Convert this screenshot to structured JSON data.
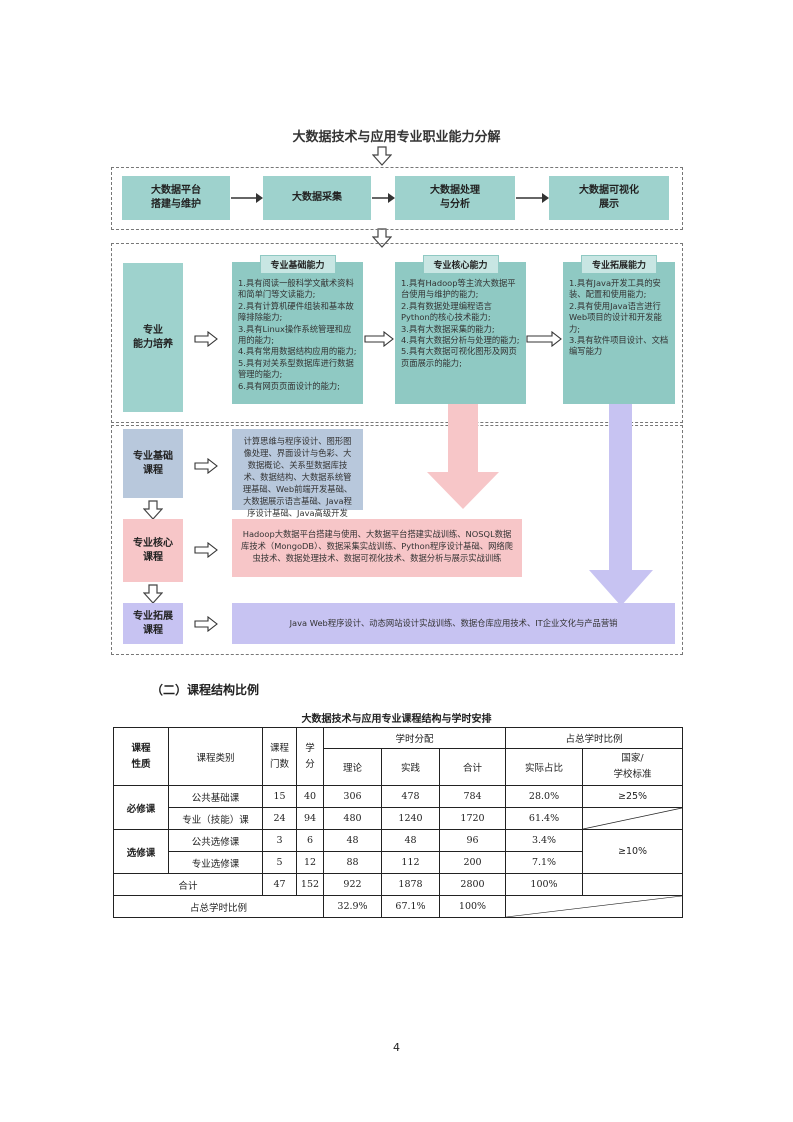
{
  "diagram": {
    "title": "大数据技术与应用专业职业能力分解",
    "stages": [
      "大数据平台\n搭建与维护",
      "大数据采集",
      "大数据处理\n与分析",
      "大数据可视化\n展示"
    ],
    "ability_label": "专业\n能力培养",
    "panels": [
      {
        "title": "专业基础能力",
        "text": "1.具有阅读一般科学文献术资料和简单门等文读能力;\n2.具有计算机硬件组装和基本故障排除能力;\n3.具有Linux操作系统管理和应用的能力;\n4.具有常用数据结构应用的能力;\n5.具有对关系型数据库进行数据管理的能力;\n6.具有网页页面设计的能力;"
      },
      {
        "title": "专业核心能力",
        "text": "1.具有Hadoop等主流大数据平台使用与维护的能力;\n2.具有数据处理编程语言Python的核心技术能力;\n3.具有大数据采集的能力;\n4.具有大数据分析与处理的能力;\n5.具有大数据可视化图形及网页页面展示的能力;"
      },
      {
        "title": "专业拓展能力",
        "text": "1.具有Java开发工具的安装、配置和使用能力;\n2.具有使用Java语言进行Web项目的设计和开发能力;\n3.具有软件项目设计、文档编写能力"
      }
    ],
    "courses": [
      {
        "label": "专业基础\n课程",
        "text": "计算思维与程序设计、图形图像处理、界面设计与色彩、大数据概论、关系型数据库技术、数据结构、大数据系统管理基础、Web前端开发基础、大数据展示语言基础、Java程序设计基础、Java高级开发"
      },
      {
        "label": "专业核心\n课程",
        "text": "Hadoop大数据平台搭建与使用、大数据平台搭建实战训练、NOSQL数据库技术（MongoDB）、数据采集实战训练、Python程序设计基础、网络爬虫技术、数据处理技术、数据可视化技术、数据分析与展示实战训练"
      },
      {
        "label": "专业拓展\n课程",
        "text": "Java Web程序设计、动态网站设计实战训练、数据仓库应用技术、IT企业文化与产品营销"
      }
    ]
  },
  "section_heading": "（二）课程结构比例",
  "table": {
    "title": "大数据技术与应用专业课程结构与学时安排",
    "headers": {
      "nature": "课程\n性质",
      "category": "课程类别",
      "count": "课程\n门数",
      "credit": "学\n分",
      "hours_group": "学时分配",
      "ratio_group": "占总学时比例",
      "theory": "理论",
      "practice": "实践",
      "total": "合计",
      "actual": "实际占比",
      "standard": "国家/\n学校标准"
    },
    "groups": {
      "required": "必修课",
      "elective": "选修课"
    },
    "rows": [
      {
        "category": "公共基础课",
        "count": "15",
        "credit": "40",
        "theory": "306",
        "practice": "478",
        "total": "784",
        "actual": "28.0%"
      },
      {
        "category": "专业（技能）课",
        "count": "24",
        "credit": "94",
        "theory": "480",
        "practice": "1240",
        "total": "1720",
        "actual": "61.4%"
      },
      {
        "category": "公共选修课",
        "count": "3",
        "credit": "6",
        "theory": "48",
        "practice": "48",
        "total": "96",
        "actual": "3.4%"
      },
      {
        "category": "专业选修课",
        "count": "5",
        "credit": "12",
        "theory": "88",
        "practice": "112",
        "total": "200",
        "actual": "7.1%"
      }
    ],
    "standard_required": "≥25%",
    "standard_elective": "≥10%",
    "sum_row": {
      "label": "合计",
      "count": "47",
      "credit": "152",
      "theory": "922",
      "practice": "1878",
      "total": "2800",
      "actual": "100%"
    },
    "ratio_row": {
      "label": "占总学时比例",
      "theory": "32.9%",
      "practice": "67.1%",
      "total": "100%"
    }
  },
  "page_number": "4"
}
